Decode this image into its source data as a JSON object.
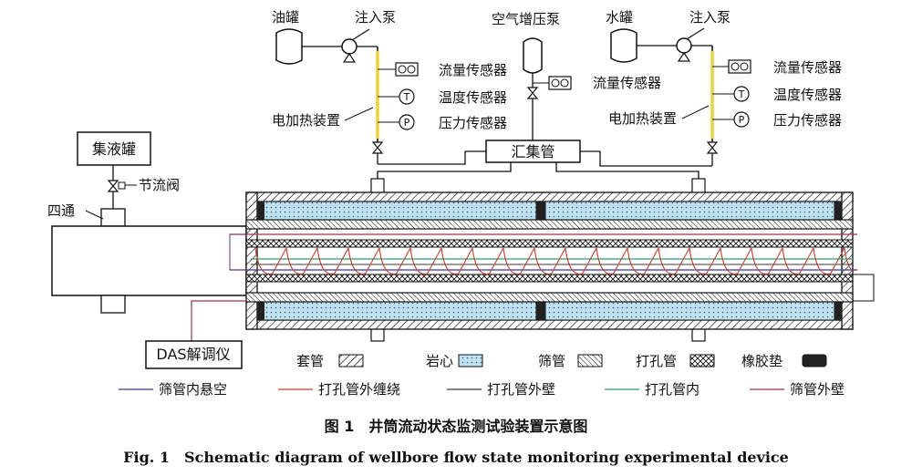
{
  "labels": {
    "oil_tank": "油罐",
    "injection_pump_left": "注入泵",
    "air_booster_pump": "空气增压泵",
    "water_tank": "水罐",
    "injection_pump_right": "注入泵",
    "flow_sensor_left": "流量传感器",
    "temp_sensor_left": "温度传感器",
    "pressure_sensor_left": "压力传感器",
    "electric_heater_left": "电加热装置",
    "flow_sensor_mid": "流量传感器",
    "flow_sensor_right": "流量传感器",
    "temp_sensor_right": "温度传感器",
    "pressure_sensor_right": "压力传感器",
    "electric_heater_right": "电加热装置",
    "manifold": "汇集管",
    "collection_tank": "集液罐",
    "throttle_valve": "节流阀",
    "four_way": "四通",
    "das": "DAS解调仪"
  },
  "sensor_symbols": {
    "temperature": "T",
    "pressure": "P"
  },
  "legend_materials": [
    {
      "label": "套管",
      "pattern": "hatch"
    },
    {
      "label": "岩心",
      "pattern": "dots"
    },
    {
      "label": "筛管",
      "pattern": "dense-hatch"
    },
    {
      "label": "打孔管",
      "pattern": "cross"
    },
    {
      "label": "橡胶垫",
      "pattern": "solid"
    }
  ],
  "legend_lines": [
    {
      "label": "筛管内悬空",
      "color": "#3b3b8f"
    },
    {
      "label": "打孔管外缠绕",
      "color": "#d23a2a"
    },
    {
      "label": "打孔管外壁",
      "color": "#3a3a3a"
    },
    {
      "label": "打孔管内",
      "color": "#2e9a6a"
    },
    {
      "label": "筛管外壁",
      "color": "#a0304a"
    }
  ],
  "caption": {
    "cn": "图 1　井筒流动状态监测试验装置示意图",
    "en": "Fig. 1　Schematic diagram of wellbore flow state monitoring experimental device"
  },
  "colors": {
    "heater": "#f0d23c"
  }
}
